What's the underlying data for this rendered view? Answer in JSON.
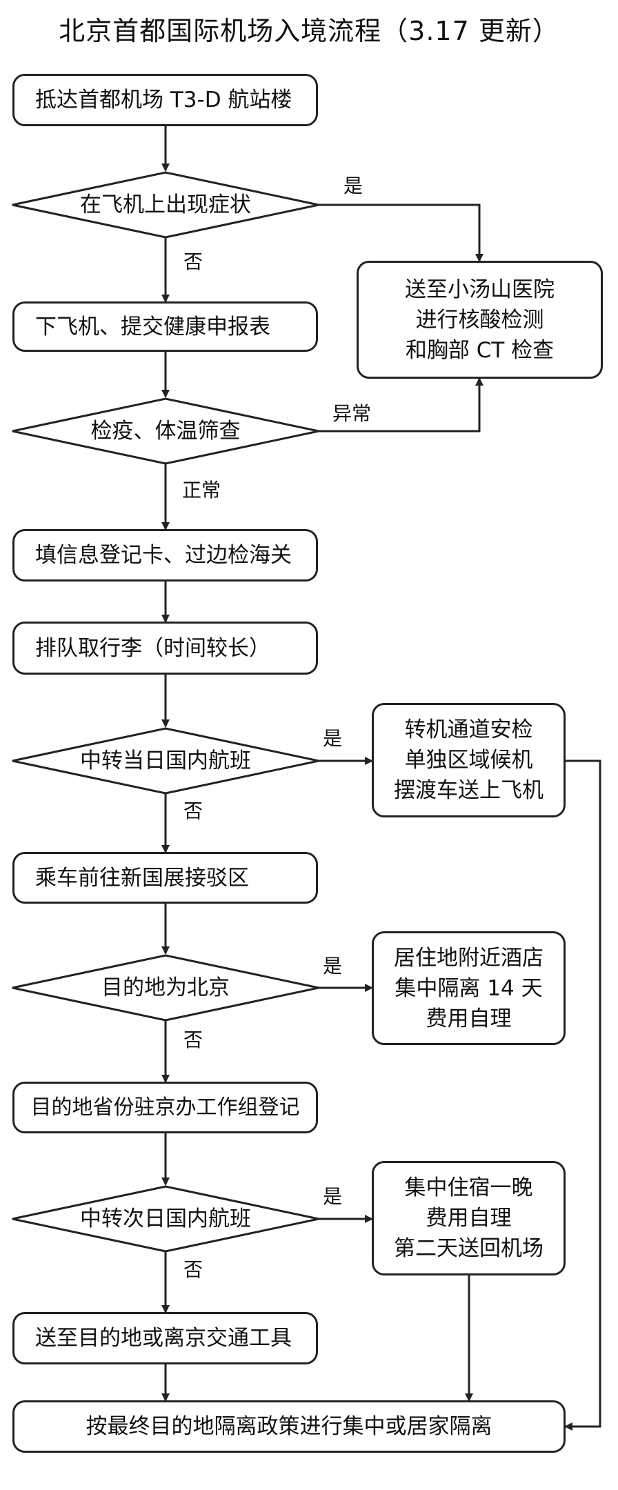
{
  "title": "北京首都国际机场入境流程（3.17 更新）",
  "steps": {
    "arrive": "抵达首都机场 T3-D 航站楼",
    "symptoms": "在飞机上出现症状",
    "declare": "下飞机、提交健康申报表",
    "screening": "检疫、体温筛查",
    "customs": "填信息登记卡、过边检海关",
    "luggage": "排队取行李（时间较长）",
    "transfer_same_day": "中转当日国内航班",
    "to_exhibition": "乘车前往新国展接驳区",
    "dest_beijing": "目的地为北京",
    "register": "目的地省份驻京办工作组登记",
    "transfer_next_day": "中转次日国内航班",
    "send_transport": "送至目的地或离京交通工具",
    "final": "按最终目的地隔离政策进行集中或居家隔离"
  },
  "side": {
    "hospital": [
      "送至小汤山医院",
      "进行核酸检测",
      "和胸部 CT 检查"
    ],
    "transfer_security": [
      "转机通道安检",
      "单独区域候机",
      "摆渡车送上飞机"
    ],
    "hotel": [
      "居住地附近酒店",
      "集中隔离 14 天",
      "费用自理"
    ],
    "overnight": [
      "集中住宿一晚",
      "费用自理",
      "第二天送回机场"
    ]
  },
  "labels": {
    "yes": "是",
    "no": "否",
    "abnormal": "异常",
    "normal": "正常"
  }
}
